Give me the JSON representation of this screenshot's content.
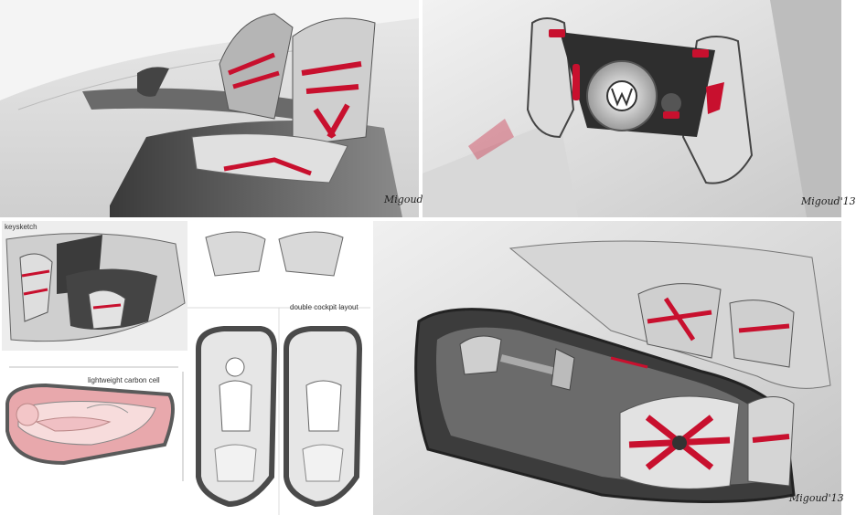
{
  "sheet": {
    "colors": {
      "accent_red": "#c8102e",
      "carbon_pink": "#e8a8ac",
      "shell_grey": "#5a5a5a"
    },
    "panels": {
      "seats_perspective": {
        "signature": "Migoud'13"
      },
      "steering_yoke": {
        "signature": "Migoud'13",
        "logo": "vw-logo"
      },
      "keysketch": {
        "label": "keysketch"
      },
      "carbon_cell": {
        "label": "lightweight carbon cell"
      },
      "cockpit_layout": {
        "label": "double cockpit layout"
      },
      "overhead_render": {
        "signature": "Migoud'13"
      }
    }
  }
}
